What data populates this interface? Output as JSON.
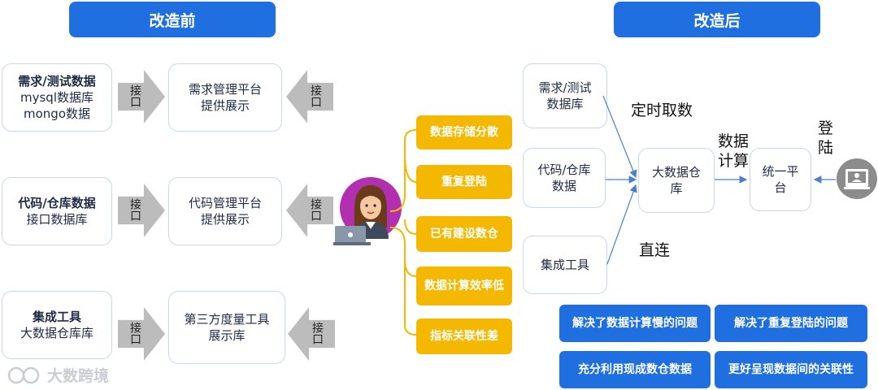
{
  "before": {
    "header": "改造前",
    "rows": [
      {
        "source": [
          "需求/测试数据",
          "mysql数据库",
          "mongo数据"
        ],
        "arrow_in": "接口",
        "platform": [
          "需求管理平台",
          "提供展示"
        ],
        "arrow_out": "接口"
      },
      {
        "source": [
          "代码/仓库数据",
          "接口数据库"
        ],
        "arrow_in": "接口",
        "platform": [
          "代码管理平台",
          "提供展示"
        ],
        "arrow_out": "接口"
      },
      {
        "source": [
          "集成工具",
          "大数据仓库库"
        ],
        "arrow_in": "接口",
        "platform": [
          "第三方度量工具",
          "展示库"
        ],
        "arrow_out": "接口"
      }
    ]
  },
  "problems": [
    "数据存储分散",
    "重复登陆",
    "已有建设数仓",
    "数据计算效率低",
    "指标关联性差"
  ],
  "after": {
    "header": "改造后",
    "sources": [
      [
        "需求/测试",
        "数据库"
      ],
      [
        "代码/仓库",
        "数据"
      ],
      [
        "集成工具"
      ]
    ],
    "warehouse": [
      "大数据仓",
      "库"
    ],
    "platform": [
      "统一平",
      "台"
    ],
    "labels": {
      "scheduled": "定时取数",
      "direct": "直连",
      "compute": [
        "数据",
        "计算"
      ],
      "login": [
        "登",
        "陆"
      ]
    },
    "results": [
      "解决了数据计算慢的问题",
      "解决了重复登陆的问题",
      "充分利用现成数仓数据",
      "更好呈现数据间的关联性"
    ]
  },
  "watermark": "大数跨境",
  "colors": {
    "blue": "#1f6fe0",
    "yellow": "#f5b800",
    "arrow_gray": "#bcbcbc",
    "box_border": "#c7d8ee"
  }
}
